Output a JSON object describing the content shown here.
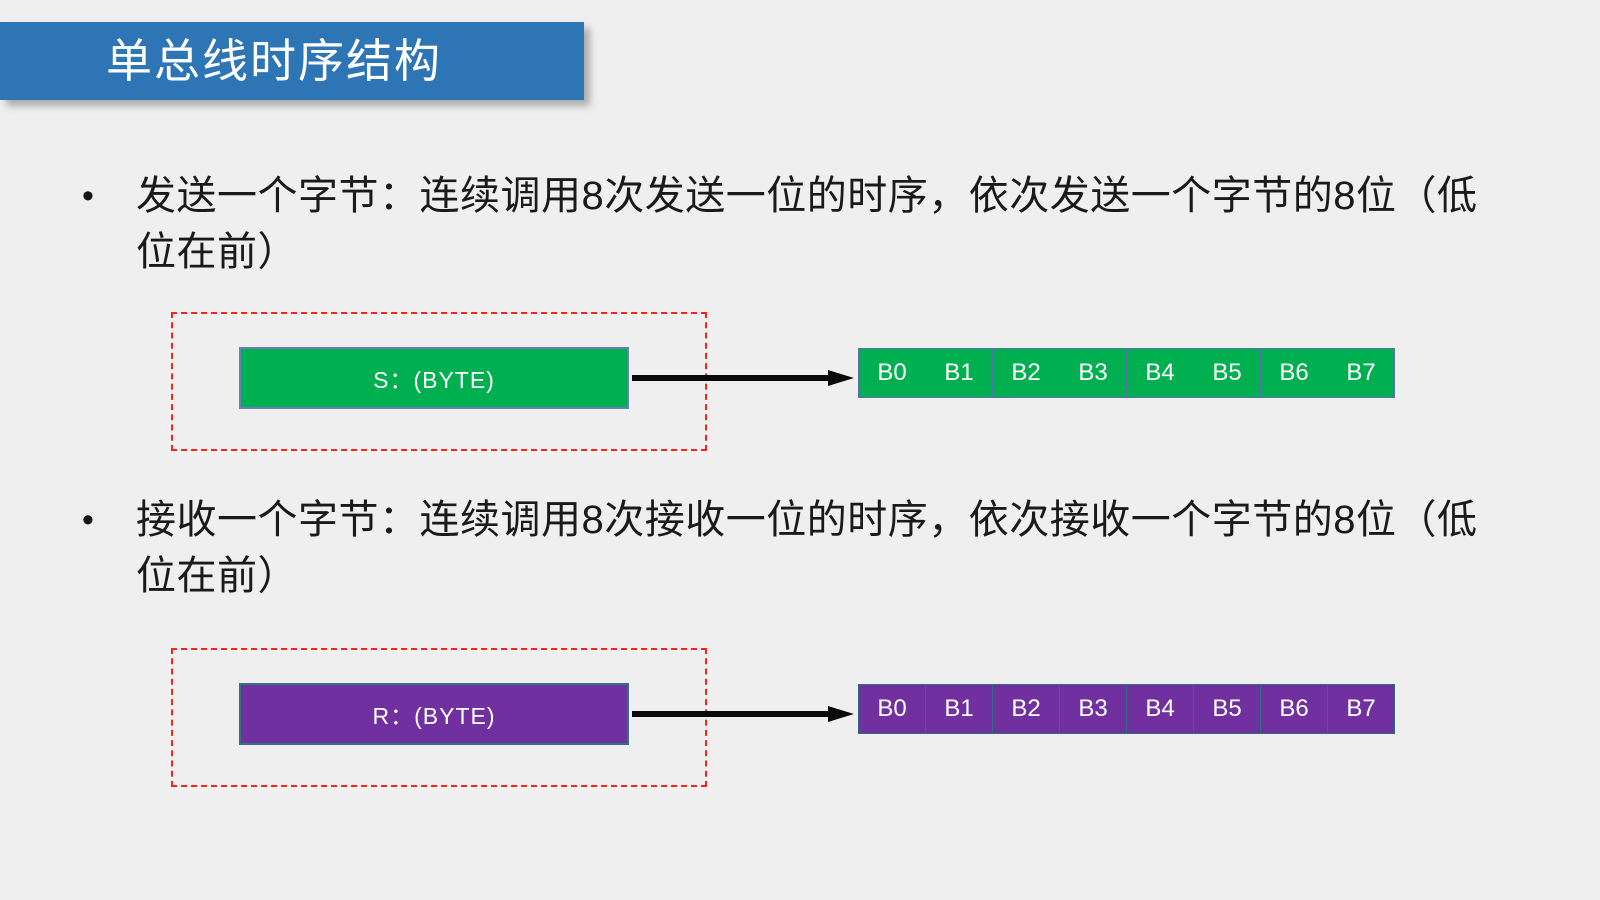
{
  "slide": {
    "title": "单总线时序结构",
    "background_color": "#EFEFEF",
    "title_bar_color": "#2E75B6",
    "title_text_color": "#FFFFFF"
  },
  "bullets": [
    {
      "marker": "•",
      "text": "发送一个字节：连续调用8次发送一位的时序，依次发送一个字节的8位（低位在前）"
    },
    {
      "marker": "•",
      "text": "接收一个字节：连续调用8次接收一位的时序，依次接收一个字节的8位（低位在前）"
    }
  ],
  "diagrams": [
    {
      "name": "send-byte-diagram",
      "block_label": "S：(BYTE)",
      "block_fill": "#00B050",
      "block_border": "#6C7DBC",
      "frame_color": "#FF2116",
      "arrow_color": "#0A0A0A",
      "cells": [
        "B0",
        "B1",
        "B2",
        "B3",
        "B4",
        "B5",
        "B6",
        "B7"
      ]
    },
    {
      "name": "receive-byte-diagram",
      "block_label": "R：(BYTE)",
      "block_fill": "#7030A0",
      "block_border": "#2F7382",
      "frame_color": "#FF2116",
      "arrow_color": "#0A0A0A",
      "cells": [
        "B0",
        "B1",
        "B2",
        "B3",
        "B4",
        "B5",
        "B6",
        "B7"
      ]
    }
  ]
}
